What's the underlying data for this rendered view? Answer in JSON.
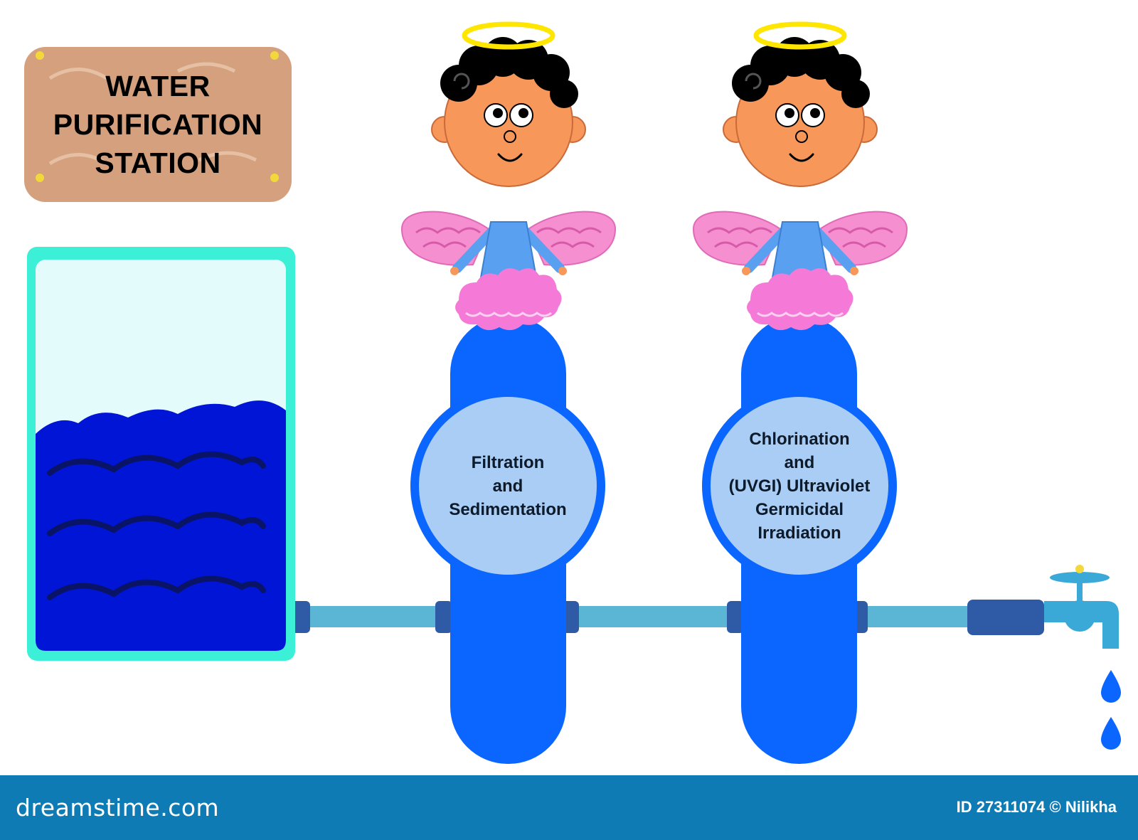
{
  "sign": {
    "lines": [
      "WATER",
      "PURIFICATION",
      "STATION"
    ]
  },
  "stages": [
    {
      "lines": [
        "Filtration",
        "and",
        "Sedimentation"
      ]
    },
    {
      "lines": [
        "Chlorination",
        "and",
        "(UVGI) Ultraviolet",
        "Germicidal",
        "Irradiation"
      ]
    }
  ],
  "footer": {
    "brand": "dreamstime.com",
    "credit": "ID 27311074 © Nilikha"
  },
  "colors": {
    "sign": "#d4a07e",
    "tank_frame": "#3cf0d8",
    "tank_air": "#e3fbfb",
    "water": "#0015d6",
    "filter_body": "#0a66ff",
    "filter_disc": "#a9cdf5",
    "pipe": "#5bb6d6",
    "coupler": "#2e5aa6",
    "wing": "#f58fd0",
    "robe": "#5aa0f0",
    "cloud": "#f57ad8",
    "skin": "#f7975a",
    "halo": "#ffe600",
    "footer": "#0f7bb5"
  }
}
